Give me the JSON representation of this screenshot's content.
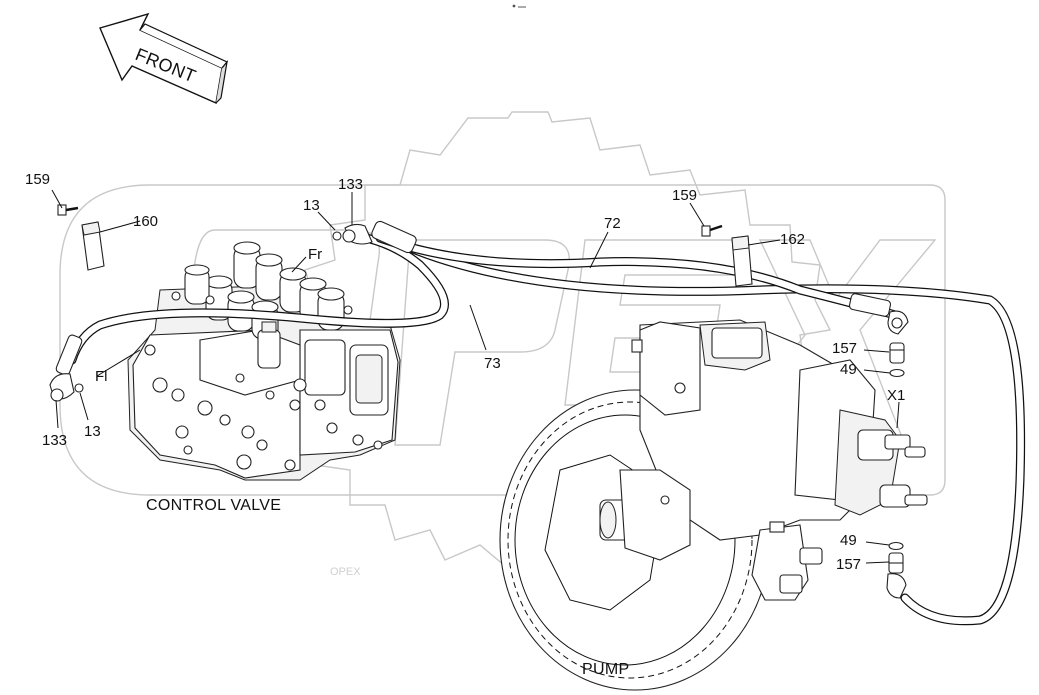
{
  "front_arrow": {
    "text": "FRONT"
  },
  "watermark": {
    "text": "OPEX"
  },
  "captions": {
    "control_valve": "CONTROL VALVE",
    "pump": "PUMP"
  },
  "part_labels": {
    "bolt_left": "159",
    "clamp_left": "160",
    "oring_top": "13",
    "elbow_top": "133",
    "port_fr": "Fr",
    "port_fl": "Fl",
    "elbow_left": "133",
    "oring_left": "13",
    "hose_72": "72",
    "hose_73": "73",
    "bolt_right": "159",
    "clamp_right": "162",
    "connector_upper": "157",
    "oring_upper": "49",
    "port_x1": "X1",
    "oring_lower": "49",
    "connector_lower": "157"
  }
}
